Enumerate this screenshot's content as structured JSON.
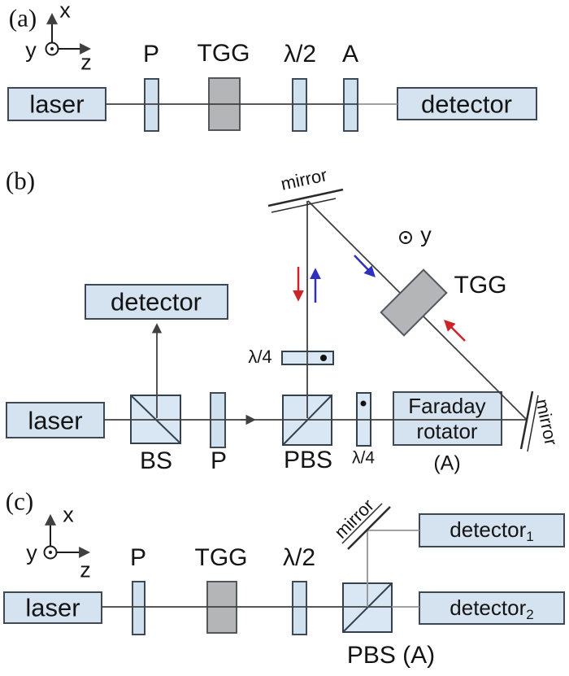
{
  "colors": {
    "component_fill": "#d5e3f1",
    "component_border": "#3d4a55",
    "tgg_fill": "#b3b5b7",
    "tgg_border": "#54585c",
    "beam_dark": "#404040",
    "beam_light": "#8f9499",
    "arrow_red": "#cc2428",
    "arrow_blue": "#3030c0",
    "label_text": "#141414"
  },
  "panel_a": {
    "tag": "(a)",
    "axis_x": "x",
    "axis_y": "y",
    "axis_z": "z",
    "laser": "laser",
    "polarizer": "P",
    "tgg": "TGG",
    "half_wave_plate": "λ/2",
    "analyzer": "A",
    "detector": "detector"
  },
  "panel_b": {
    "tag": "(b)",
    "laser": "laser",
    "detector": "detector",
    "beam_splitter": "BS",
    "polarizer": "P",
    "polarizing_beam_splitter": "PBS",
    "quarter_wave_top": "λ/4",
    "quarter_wave_right": "λ/4",
    "faraday_line1": "Faraday",
    "faraday_line2": "rotator",
    "faraday_annotation": "(A)",
    "tgg": "TGG",
    "mirror_top": "mirror",
    "mirror_right": "mirror",
    "axis_y": "y"
  },
  "panel_c": {
    "tag": "(c)",
    "axis_x": "x",
    "axis_y": "y",
    "axis_z": "z",
    "laser": "laser",
    "polarizer": "P",
    "tgg": "TGG",
    "half_wave_plate": "λ/2",
    "pbs": "PBS (A)",
    "mirror": "mirror",
    "detector1_base": "detector",
    "detector1_sub": "1",
    "detector2_base": "detector",
    "detector2_sub": "2"
  }
}
